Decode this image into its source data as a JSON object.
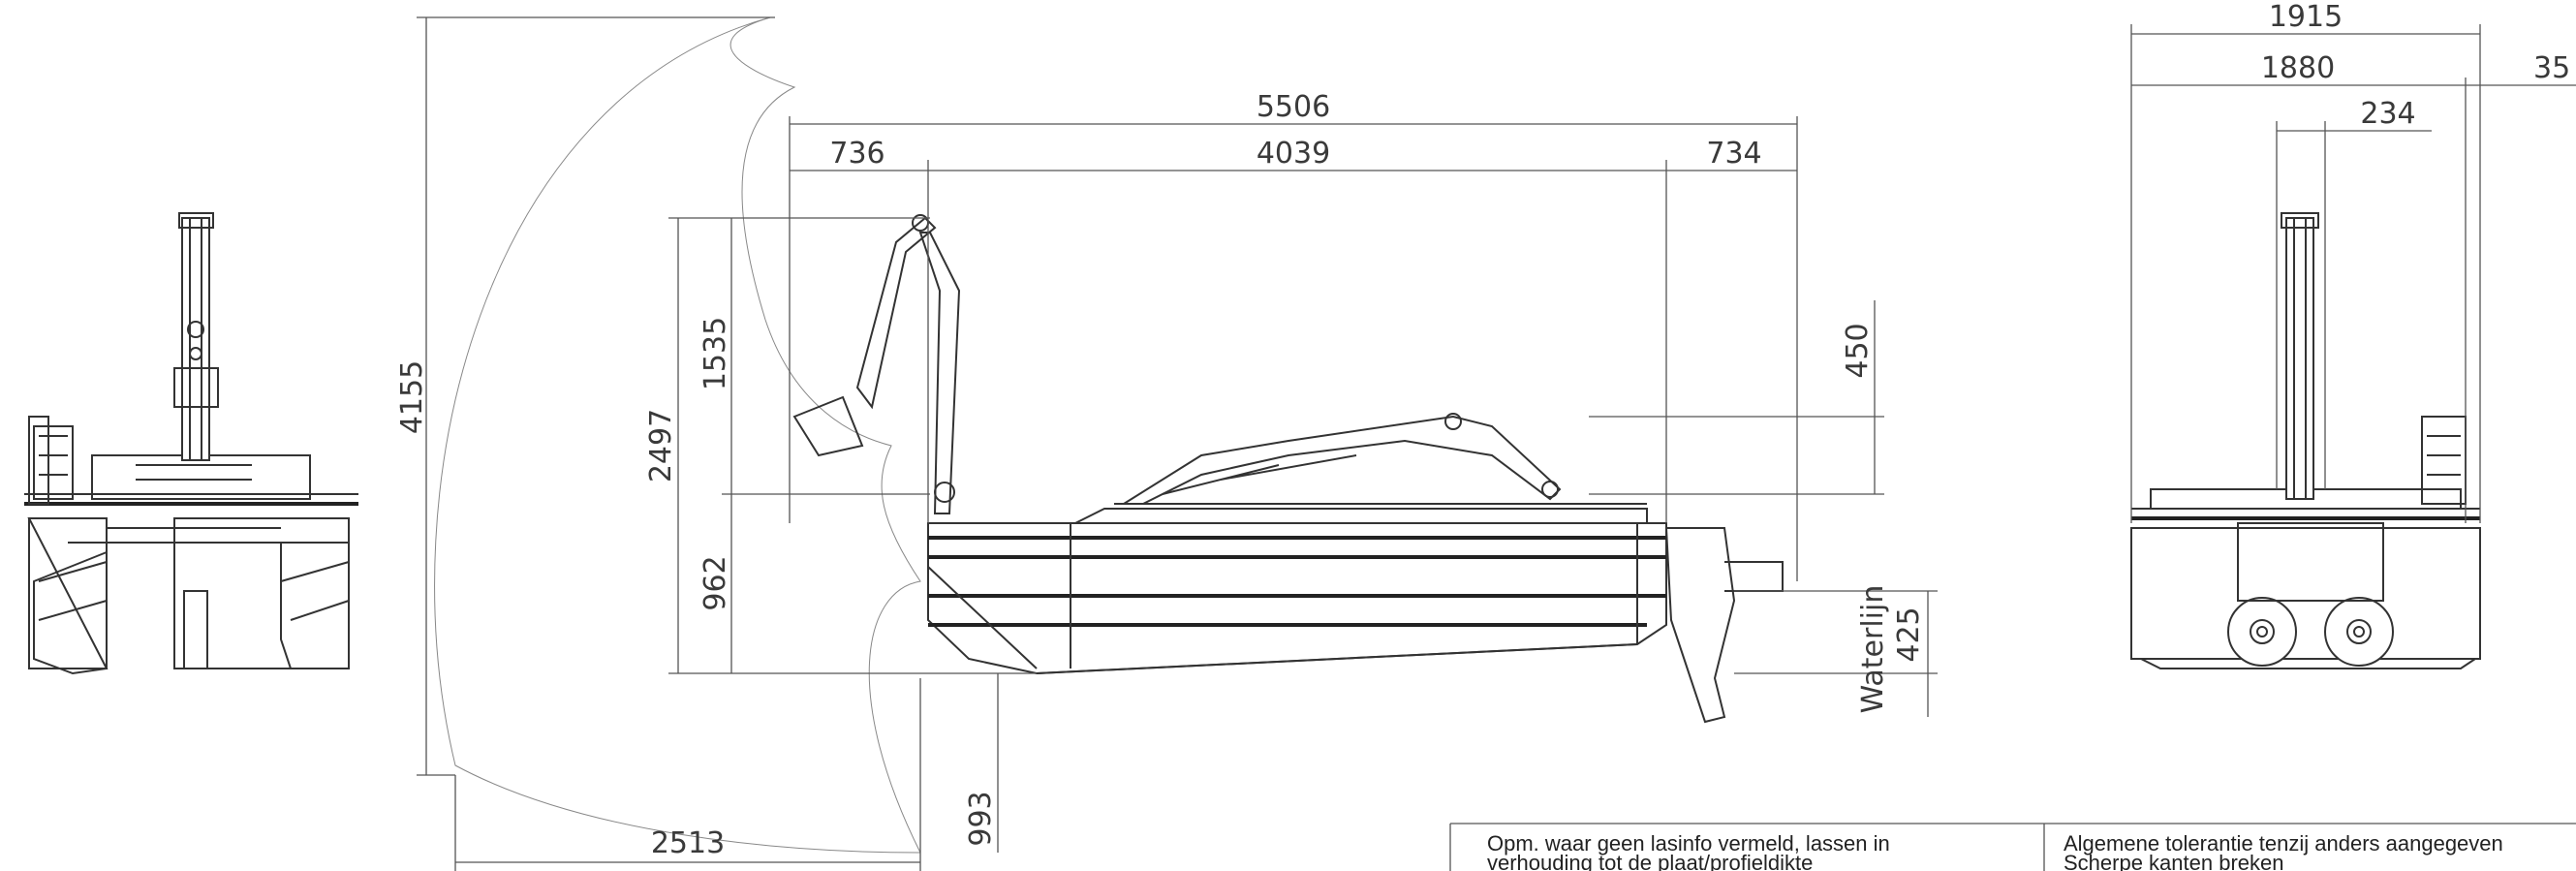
{
  "dimensions": {
    "reach_height": "4155",
    "total_length": "5506",
    "front_overhang": "736",
    "hull_length": "4039",
    "rear_overhang": "734",
    "arm_height_total": "2497",
    "arm_upper": "1535",
    "arm_lower": "962",
    "clearance": "450",
    "draft": "425",
    "waterline_label": "Waterlijn",
    "reach_horizontal": "2513",
    "reach_depth": "993",
    "overall_width": "1915",
    "hull_width": "1880",
    "side_offset": "35",
    "mast_width": "234"
  },
  "notes": {
    "welding_line1": "Opm. waar geen lasinfo vermeld, lassen in",
    "welding_line2": "verhouding tot de plaat/profieldikte",
    "tolerance_line1": "Algemene tolerantie tenzij anders aangegeven",
    "tolerance_line2": "Scherpe kanten breken"
  }
}
